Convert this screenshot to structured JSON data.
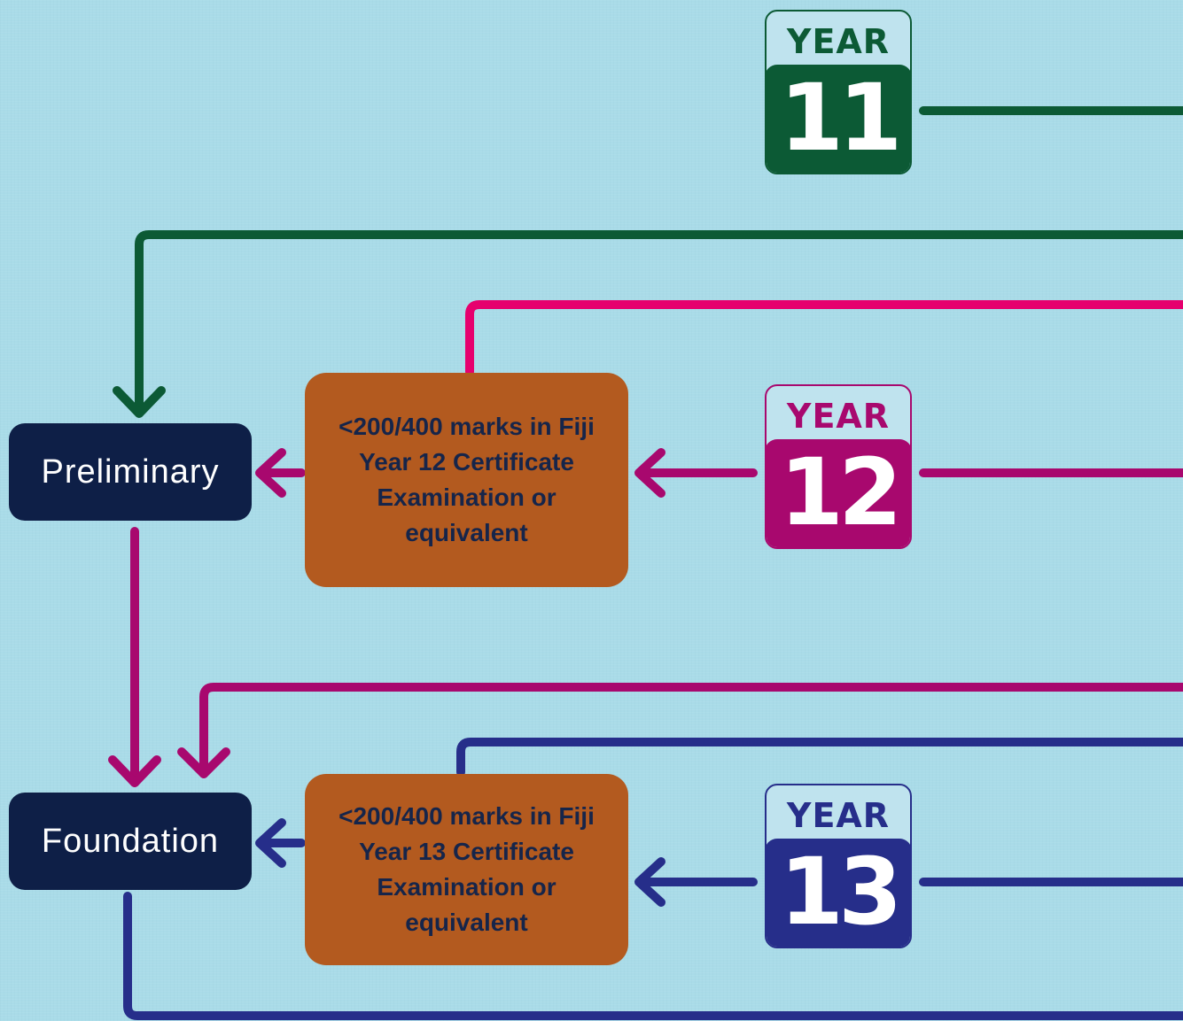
{
  "colors": {
    "background": "#a9dbe8",
    "year11": "#0c5a35",
    "year12": "#a8086e",
    "year12_bright": "#e6006e",
    "year13": "#262e8a",
    "stage_box": "#0e1f47",
    "condition_box": "#b35a1f"
  },
  "years": [
    {
      "label": "YEAR",
      "number": "11"
    },
    {
      "label": "YEAR",
      "number": "12"
    },
    {
      "label": "YEAR",
      "number": "13"
    }
  ],
  "stages": [
    {
      "label": "Preliminary"
    },
    {
      "label": "Foundation"
    }
  ],
  "conditions": [
    {
      "text": "<200/400 marks in Fiji Year 12 Certificate Examination or equivalent"
    },
    {
      "text": "<200/400 marks in Fiji Year 13 Certificate Examination or equivalent"
    }
  ]
}
